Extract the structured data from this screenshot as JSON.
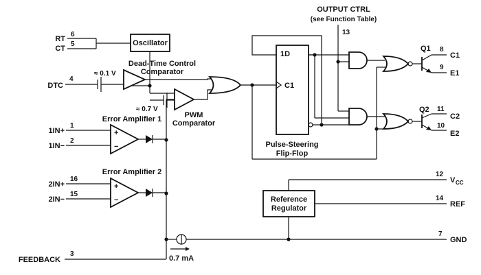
{
  "pins": {
    "rt": {
      "name": "RT",
      "num": "6"
    },
    "ct": {
      "name": "CT",
      "num": "5"
    },
    "dtc": {
      "name": "DTC",
      "num": "4"
    },
    "in1p": {
      "name": "1IN+",
      "num": "1"
    },
    "in1m": {
      "name": "1IN−",
      "num": "2"
    },
    "in2p": {
      "name": "2IN+",
      "num": "16"
    },
    "in2m": {
      "name": "2IN−",
      "num": "15"
    },
    "feedback": {
      "name": "FEEDBACK",
      "num": "3"
    },
    "outctrl": {
      "name": "OUTPUT CTRL",
      "sub": "(see Function Table)",
      "num": "13"
    },
    "c1": {
      "name": "C1",
      "num": "8"
    },
    "e1": {
      "name": "E1",
      "num": "9"
    },
    "c2": {
      "name": "C2",
      "num": "11"
    },
    "e2": {
      "name": "E2",
      "num": "10"
    },
    "vcc": {
      "name": "V",
      "sub": "CC",
      "num": "12"
    },
    "ref": {
      "name": "REF",
      "num": "14"
    },
    "gnd": {
      "name": "GND",
      "num": "7"
    }
  },
  "blocks": {
    "oscillator": "Oscillator",
    "dtc_comp_line1": "Dead-Time Control",
    "dtc_comp_line2": "Comparator",
    "pwm_line1": "PWM",
    "pwm_line2": "Comparator",
    "ea1": "Error Amplifier 1",
    "ea2": "Error Amplifier 2",
    "ff_d": "1D",
    "ff_c": "C1",
    "ff_line1": "Pulse-Steering",
    "ff_line2": "Flip-Flop",
    "ref_line1": "Reference",
    "ref_line2": "Regulator",
    "q1": "Q1",
    "q2": "Q2"
  },
  "values": {
    "offset1": "≈ 0.1 V",
    "offset2": "≈ 0.7 V",
    "current": "0.7 mA"
  },
  "symbols": {
    "plus": "+",
    "minus": "−"
  }
}
